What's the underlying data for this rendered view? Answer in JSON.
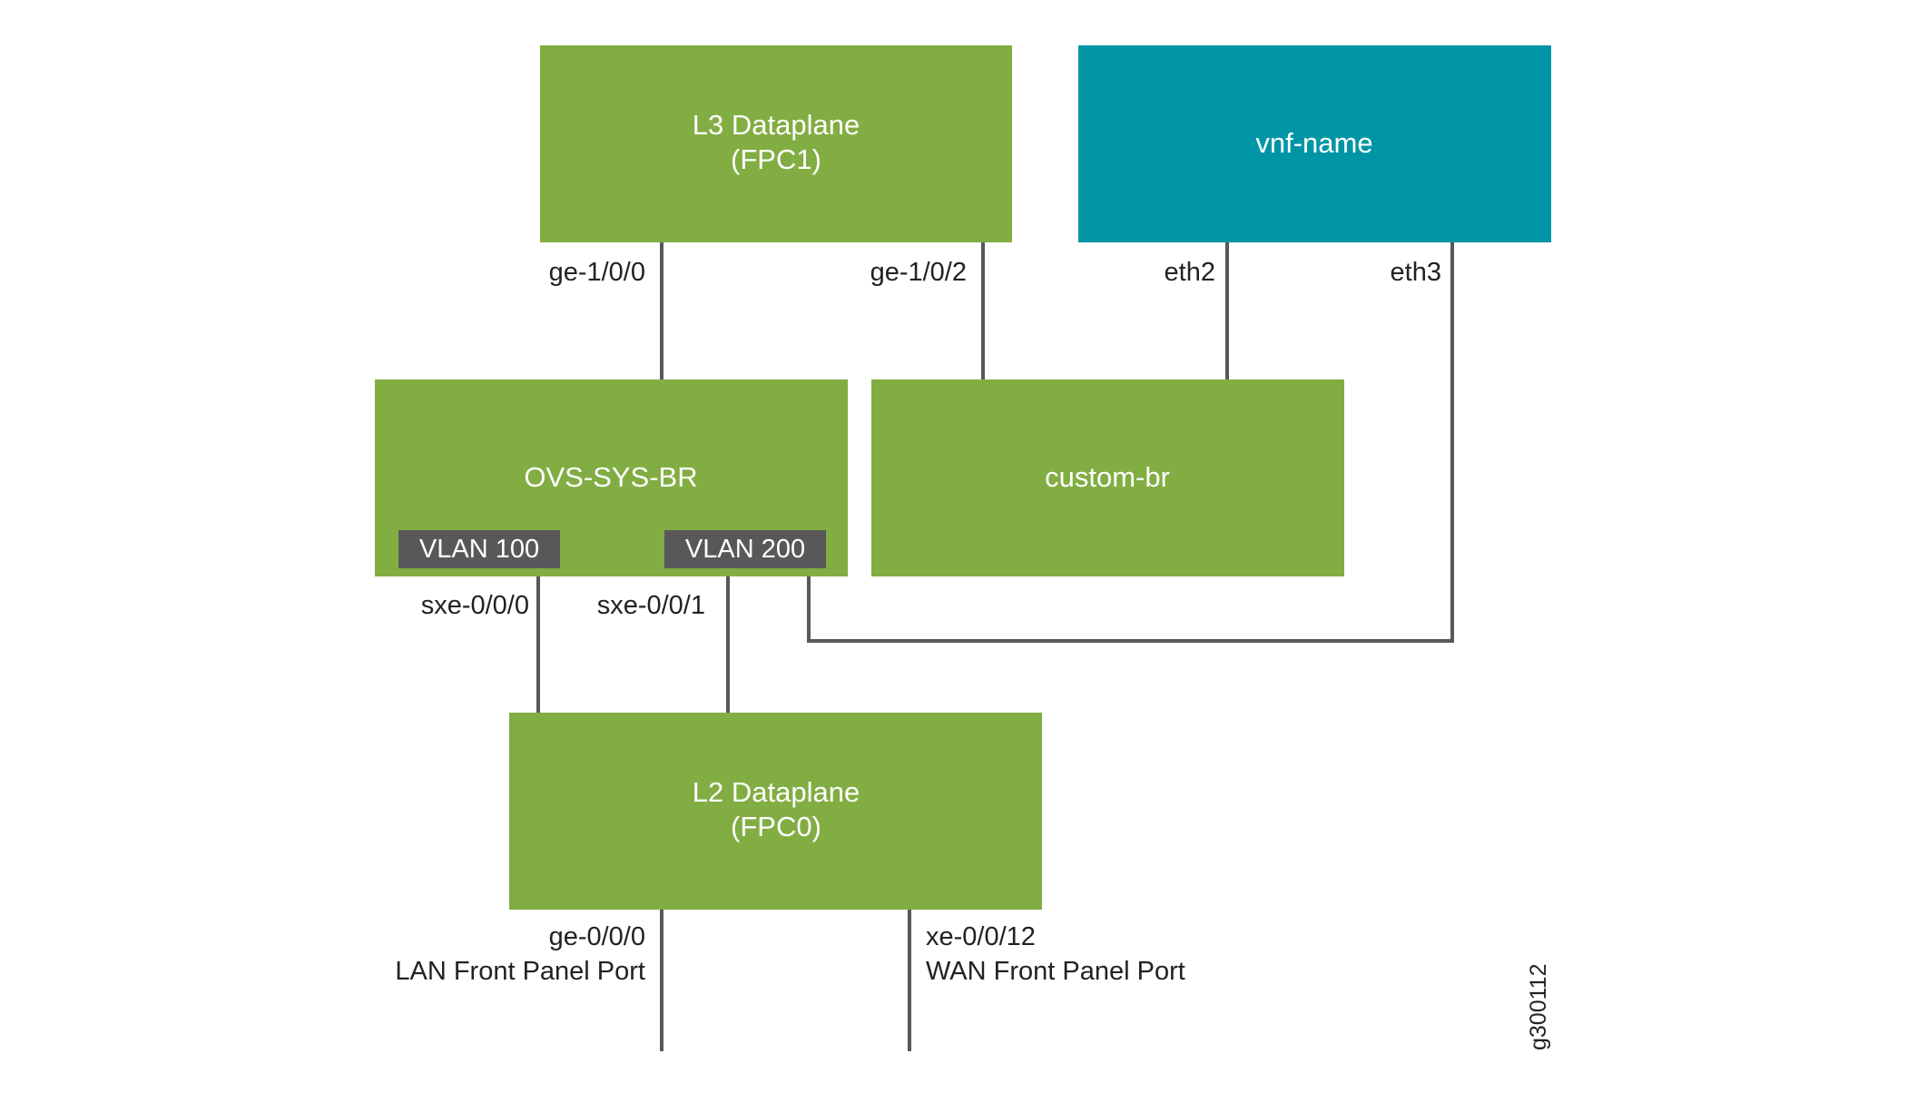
{
  "colors": {
    "green_box": "#82ad43",
    "teal_box": "#0095a5",
    "vlan_tag": "#58585a",
    "line": "#58585a",
    "text_dark": "#222222",
    "text_light": "#ffffff"
  },
  "nodes": {
    "l3_dataplane": {
      "line1": "L3 Dataplane",
      "line2": "(FPC1)"
    },
    "vnf_name": {
      "label": "vnf-name"
    },
    "ovs_sys_br": {
      "label": "OVS-SYS-BR"
    },
    "custom_br": {
      "label": "custom-br"
    },
    "l2_dataplane": {
      "line1": "L2 Dataplane",
      "line2": "(FPC0)"
    }
  },
  "vlans": {
    "vlan100": "VLAN 100",
    "vlan200": "VLAN 200"
  },
  "ports": {
    "ge_1_0_0": "ge-1/0/0",
    "ge_1_0_2": "ge-1/0/2",
    "eth2": "eth2",
    "eth3": "eth3",
    "sxe_0_0_0": "sxe-0/0/0",
    "sxe_0_0_1": "sxe-0/0/1",
    "ge_0_0_0": "ge-0/0/0",
    "lan_port": "LAN Front Panel Port",
    "xe_0_0_12": "xe-0/0/12",
    "wan_port": "WAN Front Panel Port"
  },
  "figure_id": "g300112"
}
